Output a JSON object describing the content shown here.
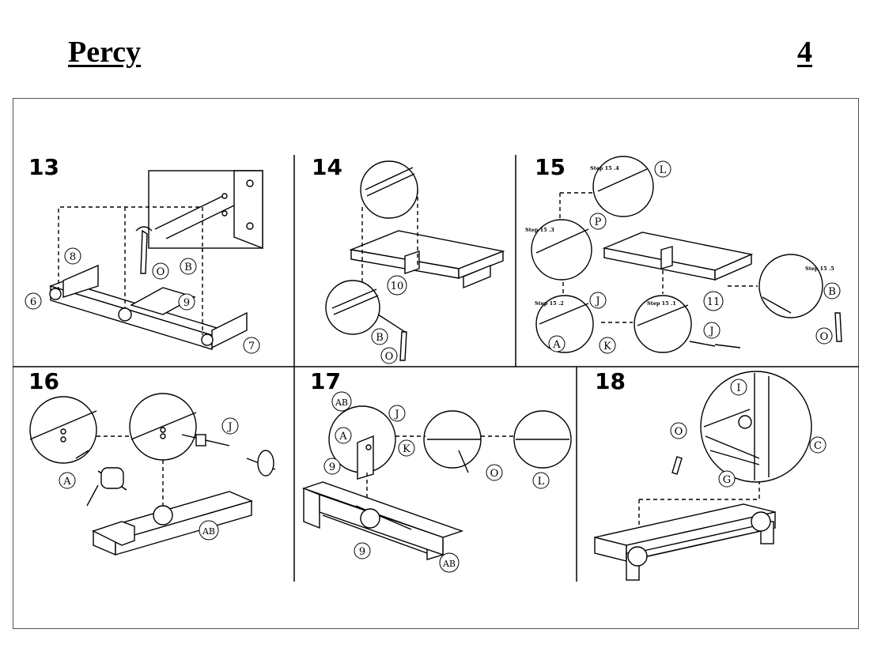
{
  "header": {
    "title": "Percy",
    "page_number": "4"
  },
  "steps": [
    {
      "number": "13",
      "labels": {
        "p8": "8",
        "p6": "6",
        "p9": "9",
        "p7": "7",
        "o": "O",
        "b": "B"
      }
    },
    {
      "number": "14",
      "labels": {
        "p10": "10",
        "b": "B",
        "o": "O"
      }
    },
    {
      "number": "15",
      "labels": {
        "l": "L",
        "p": "P",
        "p11": "11",
        "j1": "J",
        "a": "A",
        "k": "K",
        "j2": "J",
        "b": "B",
        "o": "O"
      },
      "substeps": {
        "s154": "Step 15 .4",
        "s153": "Step 15 .3",
        "s152": "Step 15 .2",
        "s151": "Step 15 .1",
        "s155": "Step 15 .5"
      }
    },
    {
      "number": "16",
      "labels": {
        "a": "A",
        "j": "J",
        "ab": "AB"
      }
    },
    {
      "number": "17",
      "labels": {
        "ab1": "AB",
        "j": "J",
        "a": "A",
        "k": "K",
        "p9a": "9",
        "o": "O",
        "l": "L",
        "p9b": "9",
        "ab2": "AB"
      }
    },
    {
      "number": "18",
      "labels": {
        "i": "I",
        "o": "O",
        "c": "C",
        "g": "G"
      }
    }
  ],
  "colors": {
    "line": "#000000",
    "frame": "#555555"
  }
}
